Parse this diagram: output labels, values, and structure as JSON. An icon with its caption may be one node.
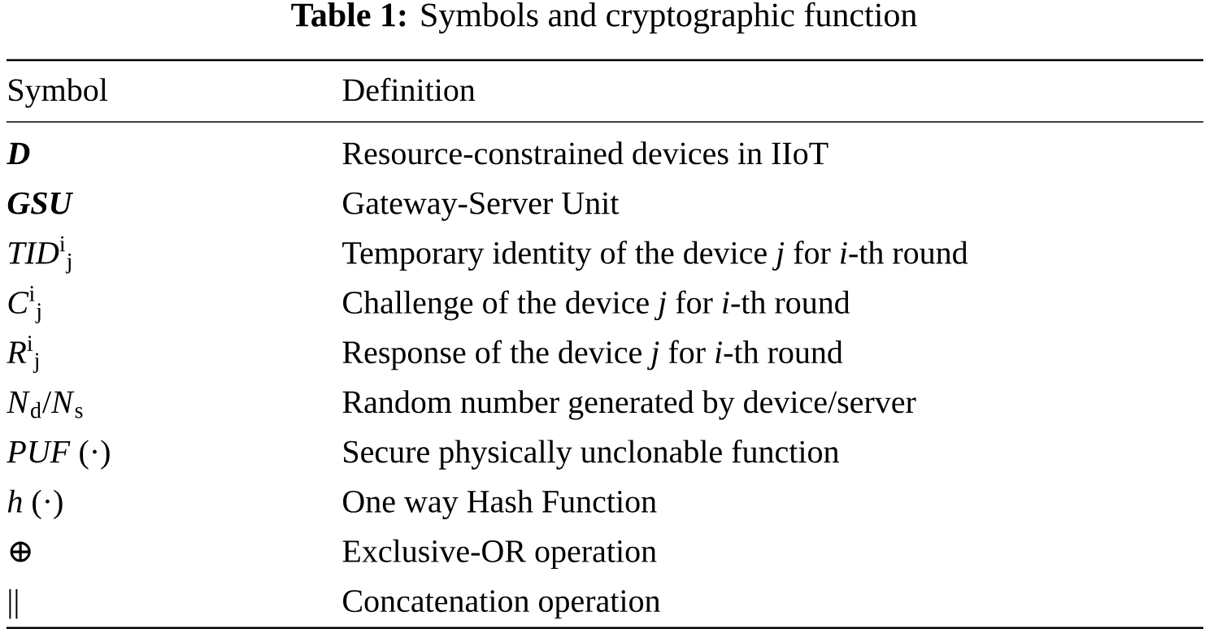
{
  "diagram": {
    "title": "**Table 1:**  Symbols and cryptographic function",
    "labels": [
      "Symbol",
      "Definition",
      "D",
      "Resource-constrained devices in IIoT",
      "GSU",
      "Gateway-Server Unit",
      "*TID*$^{i}$$_{j}$",
      "Temporary identity of the device *j* for *i*-th round",
      "*C*$^{i}$$_{j}$",
      "Challenge of the device *j* for *i*-th round",
      "*R*$^{i}$$_{j}$",
      "Response of the device *j* for *i*-th round",
      "*N*$_{d}$/*N*$_{s}$",
      "Random number generated by device/server",
      "*PUF* (·)",
      "Secure physically unclonable function",
      "*h* (·)",
      "One way Hash Function",
      "⊕",
      "Exclusive-OR operation",
      "||",
      "Concatenation operation"
    ]
  }
}
